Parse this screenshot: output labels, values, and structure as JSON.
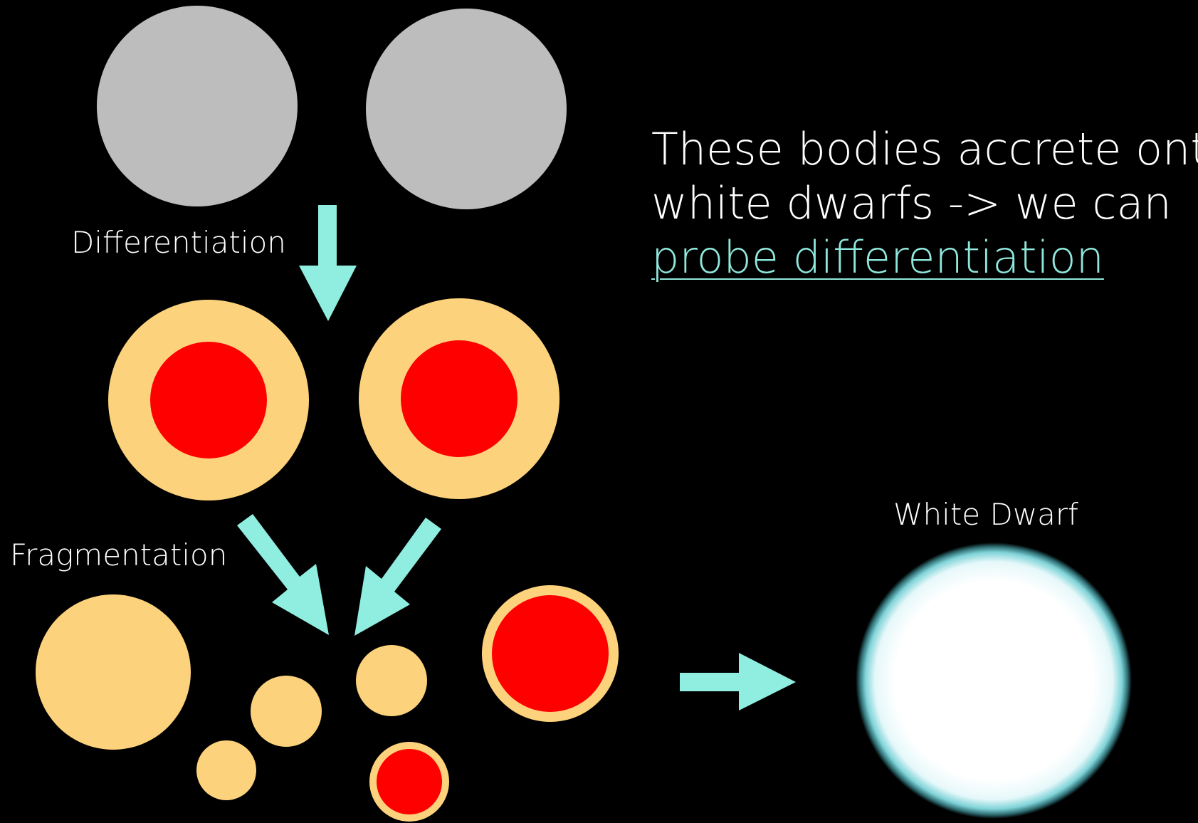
{
  "labels": {
    "differentiation": "Differentiation",
    "fragmentation": "Fragmentation",
    "white_dwarf": "White Dwarf"
  },
  "caption": {
    "line1": "These bodies accrete onto",
    "line2": "white dwarfs -> we can",
    "link": "probe differentiation"
  },
  "colors": {
    "background": "#000000",
    "undifferentiated_body": "#bdbdbd",
    "mantle": "#fdd27d",
    "core": "#ff0000",
    "arrow": "#8feee0",
    "link_text": "#8fe8dc",
    "white_dwarf_glow": "#7fd3d8"
  }
}
